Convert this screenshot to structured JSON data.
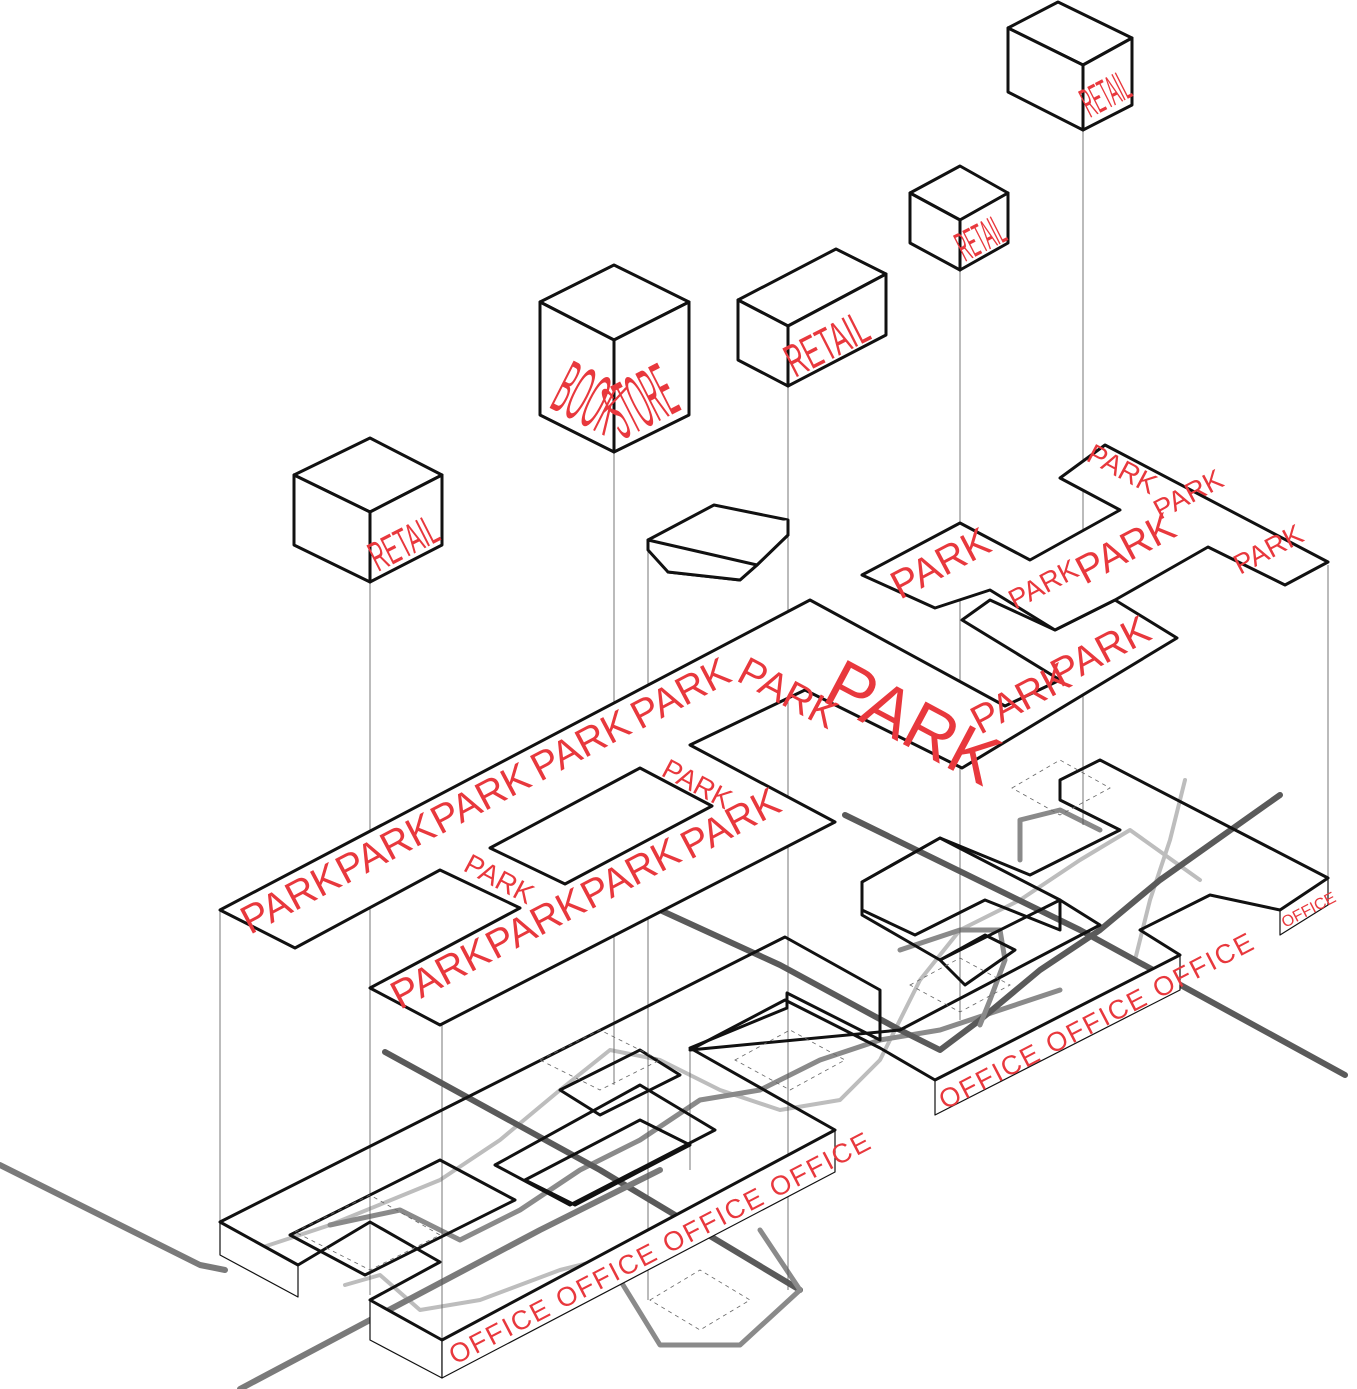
{
  "colors": {
    "label": "#e8383d",
    "line": "#111111",
    "path_dark": "#5a5a5a",
    "path_light": "#bdbdbd"
  },
  "labels": {
    "retail": "RETAIL",
    "book": "BOOK",
    "store": "STORE",
    "park": "PARK",
    "park_row_2": "PARK PARK",
    "park_row_3": "PARK PARK PARK",
    "office": "OFFICE",
    "office_row_3": "OFFICE OFFICE OFFICE",
    "office_row_4": "OFFICE OFFICE OFFICE OFFICE"
  }
}
